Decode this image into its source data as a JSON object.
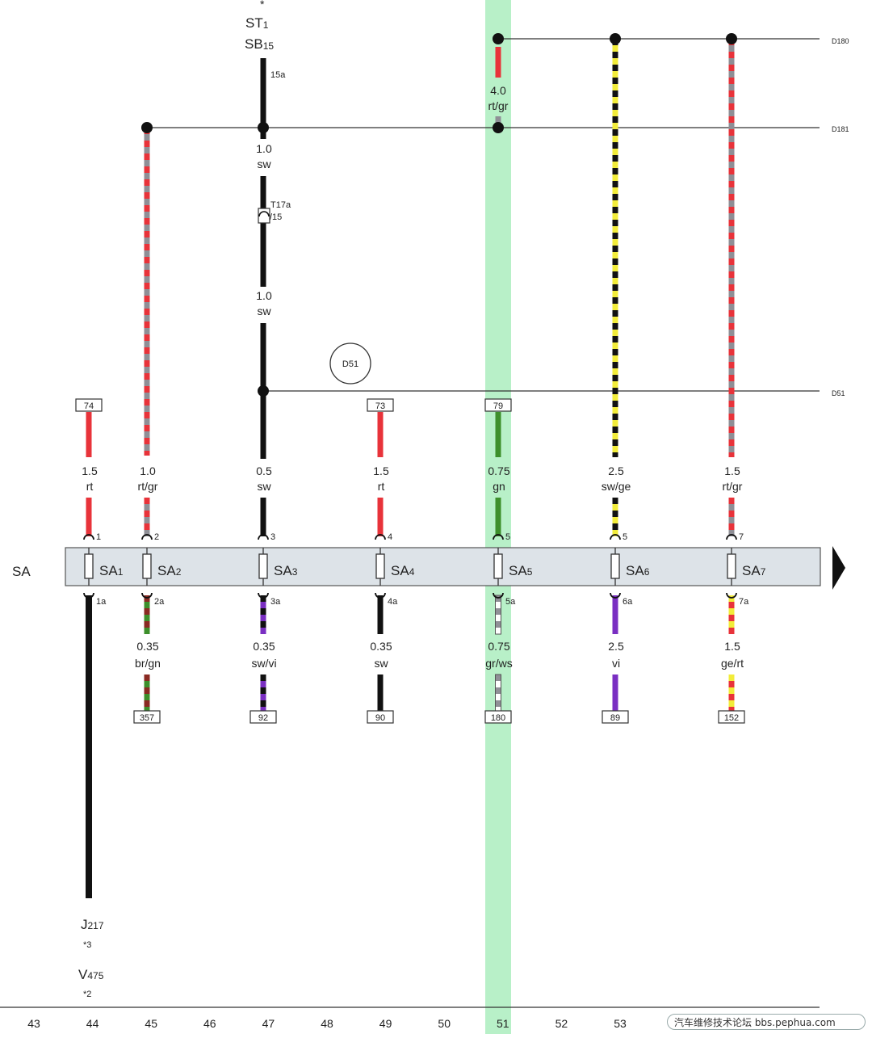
{
  "diagram": {
    "bar_label": "SA",
    "asterisk_top": "*",
    "top_connector": {
      "line1": "ST",
      "line1_sub": "1",
      "line2": "SB",
      "line2_sub": "15",
      "pin": "15a"
    },
    "inline_connector": {
      "line1": "T17a",
      "line2": "/15"
    },
    "junction": "D51",
    "bus_labels": [
      "D180",
      "D181",
      "D51"
    ],
    "upper_wires": [
      {
        "size": "1.0",
        "color": "sw"
      },
      {
        "size": "1.0",
        "color": "sw"
      },
      {
        "size": "4.0",
        "color": "rt/gr"
      }
    ],
    "fuses": [
      {
        "name": "SA",
        "sub": "1",
        "in_pin": "1",
        "out_pin": "1a",
        "top_box": "74",
        "top_size": "1.5",
        "top_color": "rt",
        "bot_size": "",
        "bot_color": "",
        "bot_box": ""
      },
      {
        "name": "SA",
        "sub": "2",
        "in_pin": "2",
        "out_pin": "2a",
        "top_box": "",
        "top_size": "1.0",
        "top_color": "rt/gr",
        "bot_size": "0.35",
        "bot_color": "br/gn",
        "bot_box": "357"
      },
      {
        "name": "SA",
        "sub": "3",
        "in_pin": "3",
        "out_pin": "3a",
        "top_box": "",
        "top_size": "0.5",
        "top_color": "sw",
        "bot_size": "0.35",
        "bot_color": "sw/vi",
        "bot_box": "92"
      },
      {
        "name": "SA",
        "sub": "4",
        "in_pin": "4",
        "out_pin": "4a",
        "top_box": "73",
        "top_size": "1.5",
        "top_color": "rt",
        "bot_size": "0.35",
        "bot_color": "sw",
        "bot_box": "90"
      },
      {
        "name": "SA",
        "sub": "5",
        "in_pin": "5",
        "out_pin": "5a",
        "top_box": "79",
        "top_size": "0.75",
        "top_color": "gn",
        "bot_size": "0.75",
        "bot_color": "gr/ws",
        "bot_box": "180"
      },
      {
        "name": "SA",
        "sub": "6",
        "in_pin": "5",
        "out_pin": "6a",
        "top_box": "",
        "top_size": "2.5",
        "top_color": "sw/ge",
        "bot_size": "2.5",
        "bot_color": "vi",
        "bot_box": "89"
      },
      {
        "name": "SA",
        "sub": "7",
        "in_pin": "7",
        "out_pin": "7a",
        "top_box": "",
        "top_size": "1.5",
        "top_color": "rt/gr",
        "bot_size": "1.5",
        "bot_color": "ge/rt",
        "bot_box": "152"
      }
    ],
    "bottom_components": [
      {
        "name": "J",
        "sub": "217",
        "note": "*3"
      },
      {
        "name": "V",
        "sub": "475",
        "note": "*2"
      }
    ],
    "columns": [
      "43",
      "44",
      "45",
      "46",
      "47",
      "48",
      "49",
      "50",
      "51",
      "52",
      "53"
    ],
    "watermark": "汽车维修技术论坛 bbs.pephua.com",
    "colors": {
      "rt": "#e8333a",
      "gr": "#8f8f96",
      "sw": "#111111",
      "ge": "#f2ec3a",
      "gn": "#3d8f2b",
      "vi": "#7a2fc2",
      "br": "#8a2a22",
      "ws": "#ffffff",
      "highlight": "#b8f0c8",
      "bar": "#dde3e8"
    }
  }
}
